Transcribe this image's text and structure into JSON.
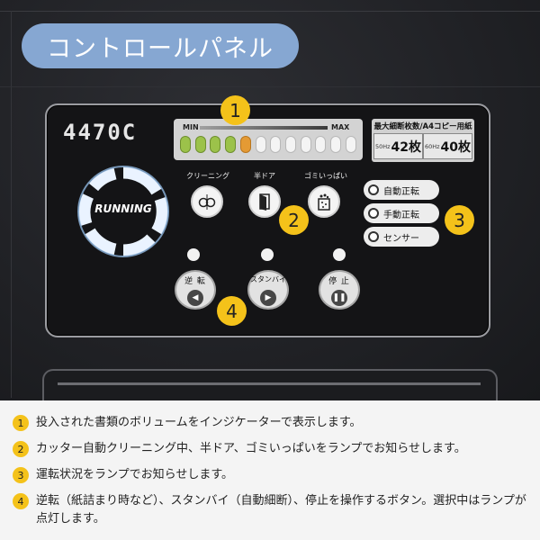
{
  "title": "コントロールパネル",
  "panel": {
    "model": "4470C",
    "running_label": "RUNNING",
    "indicator": {
      "min_label": "MIN",
      "max_label": "MAX",
      "lit_count": 5,
      "total_count": 12
    },
    "capacity": {
      "title": "最大細断枚数/A4コピー用紙",
      "hz50_label": "50Hz",
      "hz50_value": "42枚",
      "hz60_label": "60Hz",
      "hz60_value": "40枚"
    },
    "lamps": {
      "cleaning_label": "クリーニング",
      "half_door_label": "半ドア",
      "full_label": "ゴミいっぱい"
    },
    "modes": {
      "auto": "自動正転",
      "manual": "手動正転",
      "sensor": "センサー"
    },
    "operations": {
      "reverse_label": "逆 転",
      "standby_label": "スタンバイ",
      "stop_label": "停 止"
    }
  },
  "badges": [
    "1",
    "2",
    "3",
    "4"
  ],
  "notes": [
    {
      "num": "1",
      "text": "投入された書類のボリュームをインジケーターで表示します。"
    },
    {
      "num": "2",
      "text": "カッター自動クリーニング中、半ドア、ゴミいっぱいをランプでお知らせします。"
    },
    {
      "num": "3",
      "text": "運転状況をランプでお知らせします。"
    },
    {
      "num": "4",
      "text": "逆転（紙詰まり時など）、スタンバイ（自動細断）、停止を操作するボタン。選択中はランプが点灯します。"
    }
  ],
  "colors": {
    "accent_badge": "#f4c21a",
    "title_pill": "#86a7d2",
    "led_lit": "#9cc24a",
    "led_orange": "#e49a34"
  }
}
